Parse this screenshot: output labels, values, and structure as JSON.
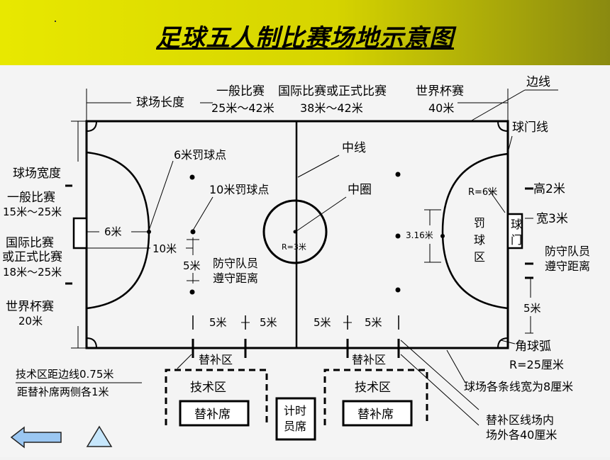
{
  "title": "足球五人制比赛场地示意图",
  "labels": {
    "field_length": "球场长度",
    "general_match": "一般比赛",
    "general_length": "25米～42米",
    "intl_match": "国际比赛或正式比赛",
    "intl_length": "38米～42米",
    "world_cup": "世界杯赛",
    "world_cup_length": "40米",
    "touchline": "边线",
    "goal_line": "球门线",
    "field_width": "球场宽度",
    "general_match_2": "一般比赛",
    "general_width": "15米～25米",
    "intl_match_l1": "国际比赛",
    "intl_match_l2": "或正式比赛",
    "intl_width": "18米～25米",
    "world_cup_2": "世界杯赛",
    "world_cup_width": "20米",
    "penalty_6m": "6米罚球点",
    "penalty_10m": "10米罚球点",
    "halfway_line": "中线",
    "center_circle": "中圈",
    "dist_6m": "6米",
    "dist_10m": "10米",
    "dist_5m": "5米",
    "defender_l1": "防守队员",
    "defender_l2": "遵守距离",
    "radius_center": "R=3米",
    "radius_area": "R=6米",
    "dist_316": "3.16米",
    "penalty_area": "罚球区",
    "goal_height": "高2米",
    "goal_width": "宽3米",
    "goal": "球门",
    "defender_r_l1": "防守队员",
    "defender_r_l2": "遵守距离",
    "dist_5m_right": "5米",
    "corner_arc": "角球弧",
    "corner_radius": "R=25厘米",
    "line_width": "球场各条线宽为8厘米",
    "sub_zone_line_l1": "替补区线场内",
    "sub_zone_line_l2": "场外各40厘米",
    "sub_zone_left": "替补区",
    "sub_zone_right": "替补区",
    "tech_note_l1": "技术区距边线0.75米",
    "tech_note_l2": "距替补席两侧各1米",
    "tech_area_left": "技术区",
    "tech_area_right": "技术区",
    "bench_left": "替补席",
    "bench_right": "替补席",
    "timekeeper": "计时员席",
    "bottom_5m_1": "5米",
    "bottom_5m_2": "5米",
    "bottom_5m_3": "5米",
    "bottom_5m_4": "5米"
  },
  "nav": {
    "back_icon": "left-arrow-icon",
    "home_icon": "triangle-icon",
    "back_color": "#9bc7f2",
    "home_color": "#c6e6fb"
  }
}
